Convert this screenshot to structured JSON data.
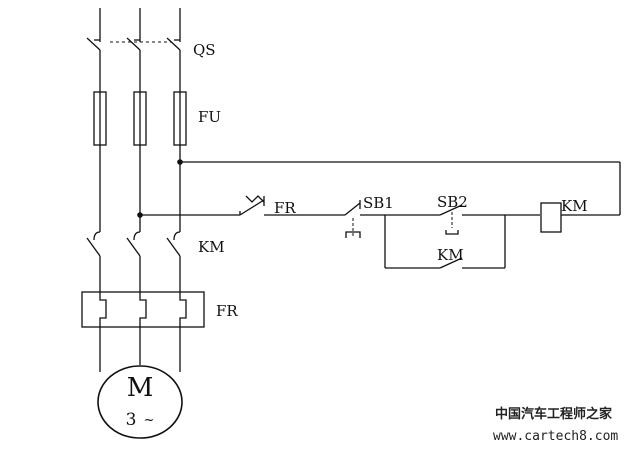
{
  "labels": {
    "qs": "QS",
    "fu": "FU",
    "fr_contact": "FR",
    "sb1": "SB1",
    "sb2": "SB2",
    "km_coil": "KM",
    "km_main": "KM",
    "km_aux": "KM",
    "fr_relay": "FR"
  },
  "motor": {
    "letter": "M",
    "phase": "3",
    "symbol": "~"
  },
  "watermark": {
    "site_name": "中国汽车工程师之家",
    "url": "www.cartech8.com"
  }
}
